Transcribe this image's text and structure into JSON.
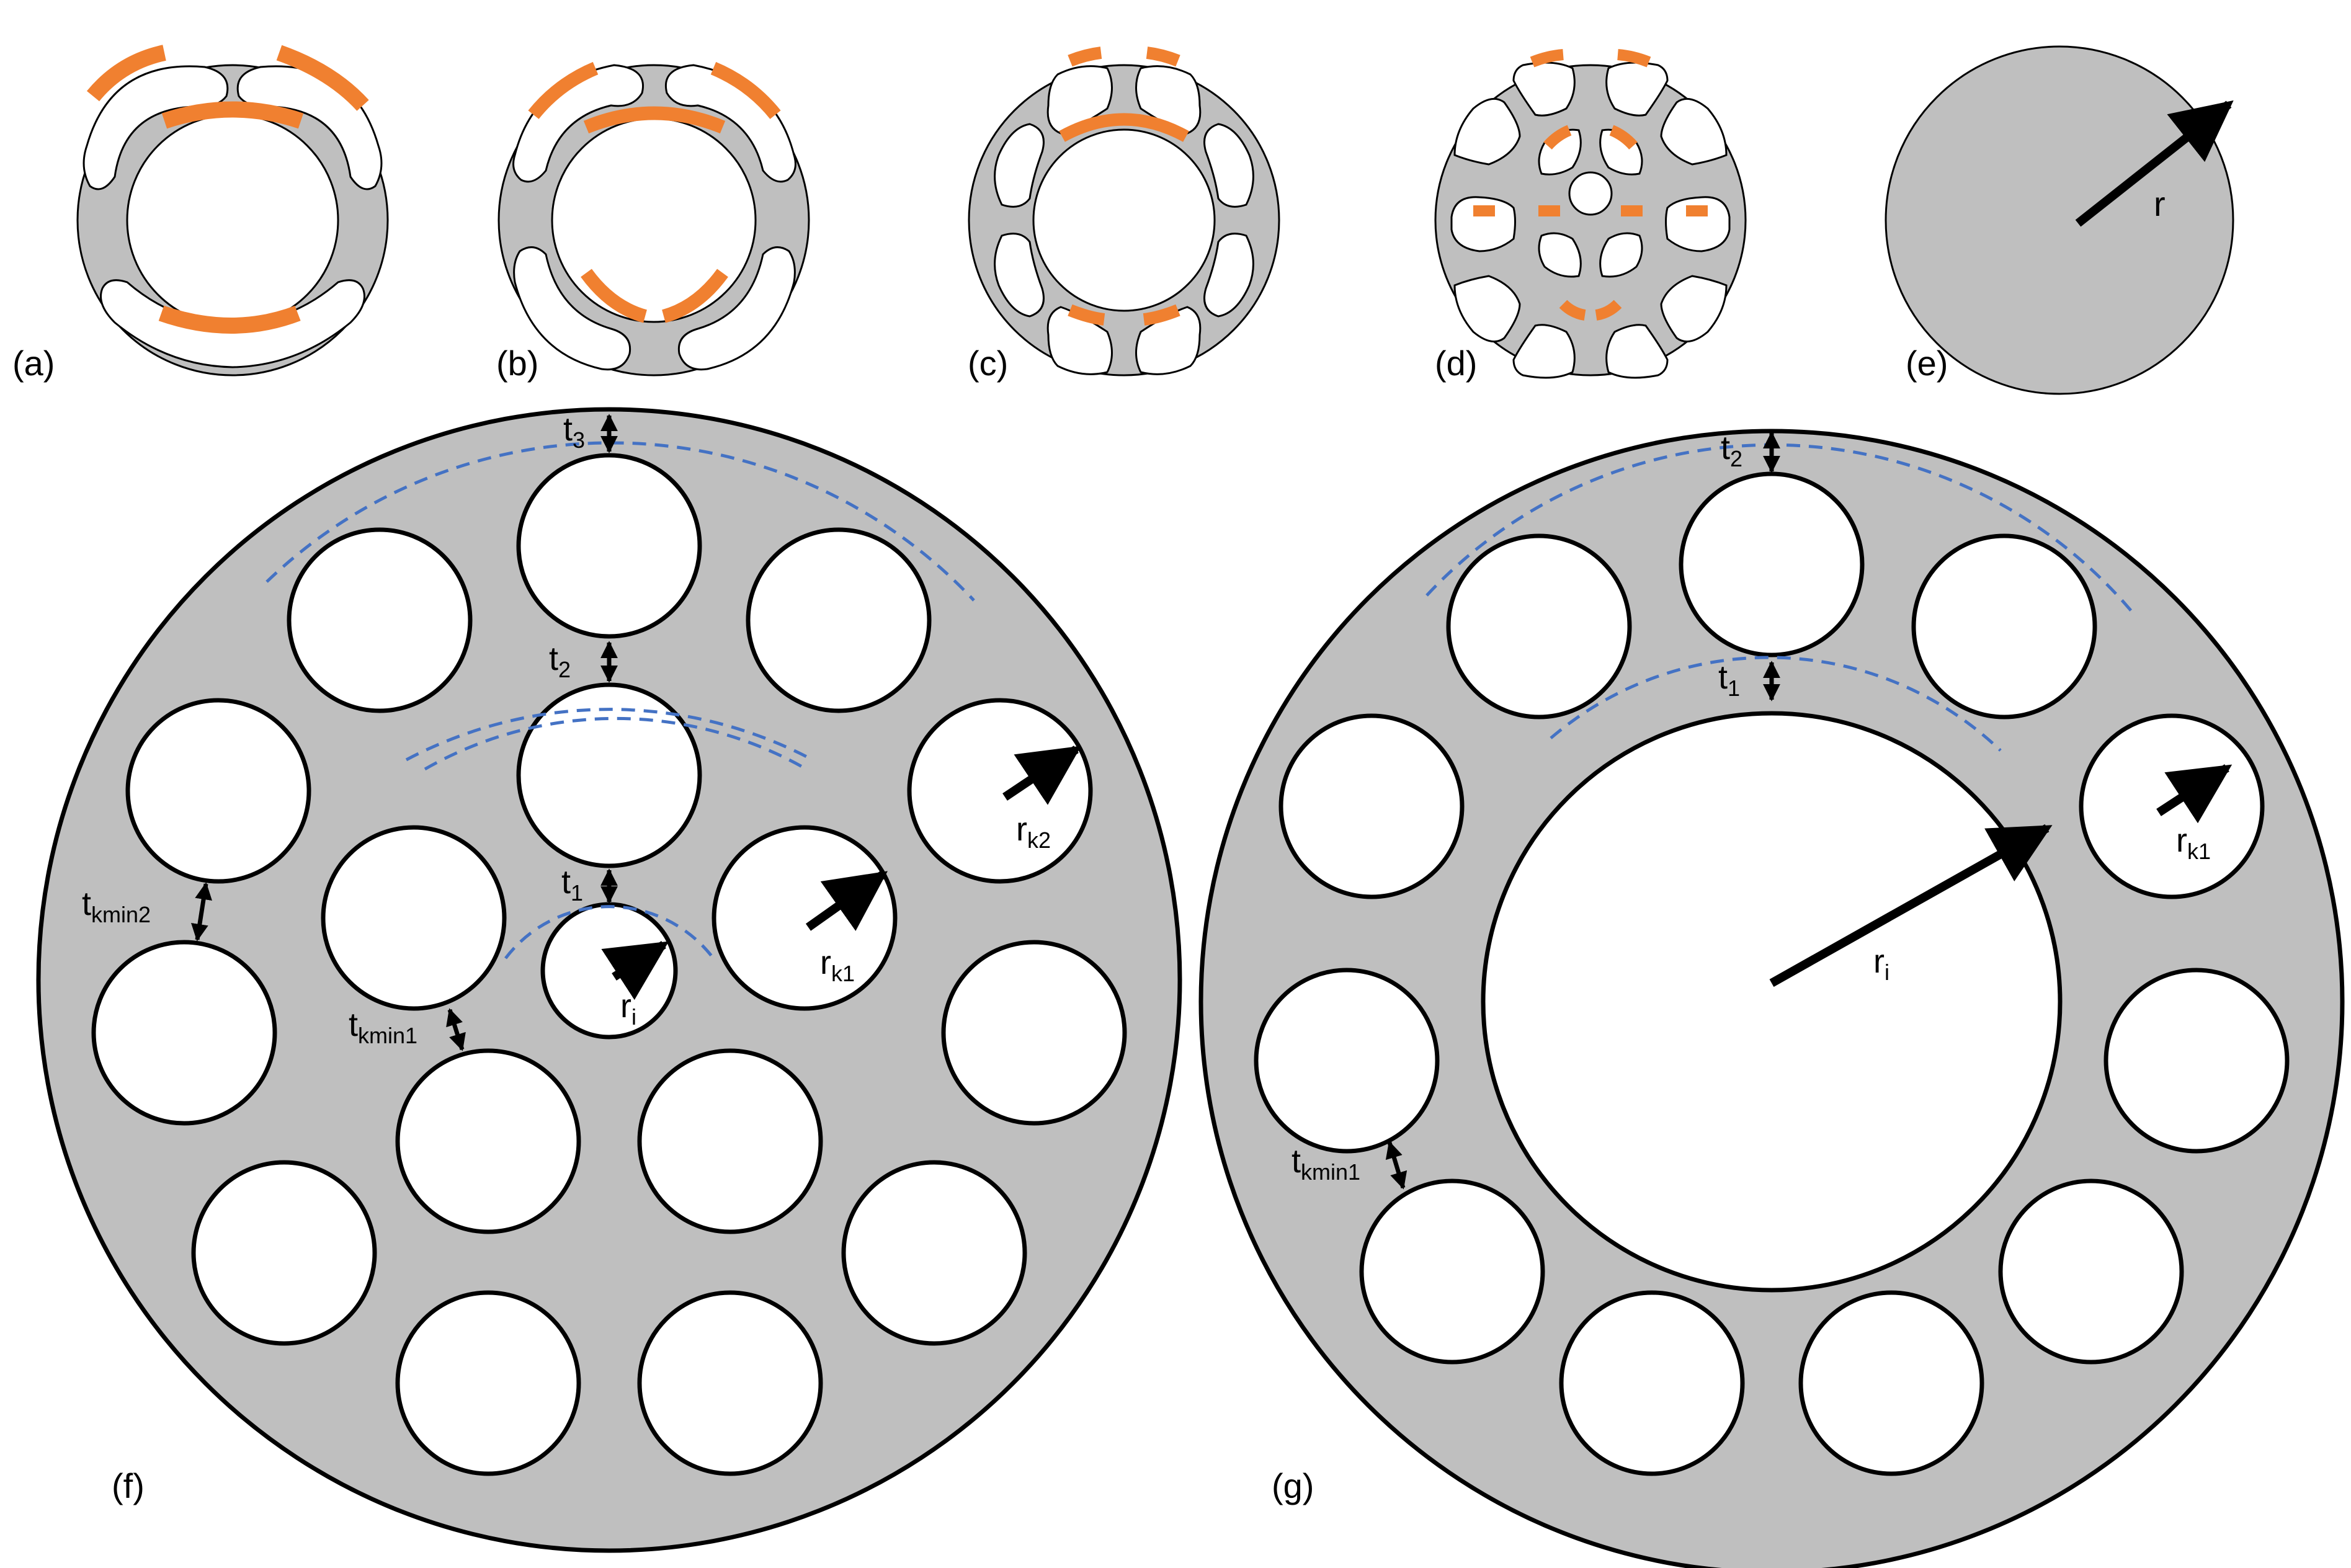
{
  "figure": {
    "colors": {
      "fill": "#bfbfbf",
      "outline": "#000000",
      "hole": "#ffffff",
      "accent": "#f08030",
      "dashed": "#4472c4"
    },
    "panels": {
      "a": {
        "label": "(a)"
      },
      "b": {
        "label": "(b)"
      },
      "c": {
        "label": "(c)"
      },
      "d": {
        "label": "(d)"
      },
      "e": {
        "label": "(e)",
        "radius_label": "r"
      },
      "f": {
        "label": "(f)",
        "annotations": {
          "t3": {
            "base": "t",
            "sub": "3"
          },
          "t2": {
            "base": "t",
            "sub": "2"
          },
          "t1": {
            "base": "t",
            "sub": "1"
          },
          "ri": {
            "base": "r",
            "sub": "i"
          },
          "rk1": {
            "base": "r",
            "sub": "k1"
          },
          "rk2": {
            "base": "r",
            "sub": "k2"
          },
          "tkmin1": {
            "base": "t",
            "sub": "kmin1"
          },
          "tkmin2": {
            "base": "t",
            "sub": "kmin2"
          }
        }
      },
      "g": {
        "label": "(g)",
        "annotations": {
          "t2": {
            "base": "t",
            "sub": "2"
          },
          "t1": {
            "base": "t",
            "sub": "1"
          },
          "ri": {
            "base": "r",
            "sub": "i"
          },
          "rk1": {
            "base": "r",
            "sub": "k1"
          },
          "tkmin1": {
            "base": "t",
            "sub": "kmin1"
          }
        }
      }
    }
  }
}
